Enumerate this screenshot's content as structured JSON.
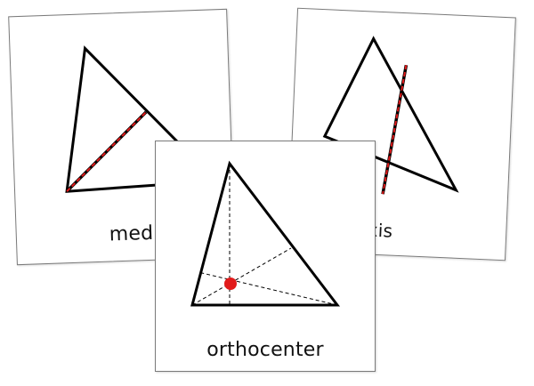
{
  "cards": {
    "left": {
      "label": "medi"
    },
    "right": {
      "label": "axis"
    },
    "center": {
      "label": "orthocenter"
    }
  },
  "colors": {
    "stroke": "#000000",
    "accent_red": "#e21b1b",
    "card_border": "#7a7a7a"
  }
}
